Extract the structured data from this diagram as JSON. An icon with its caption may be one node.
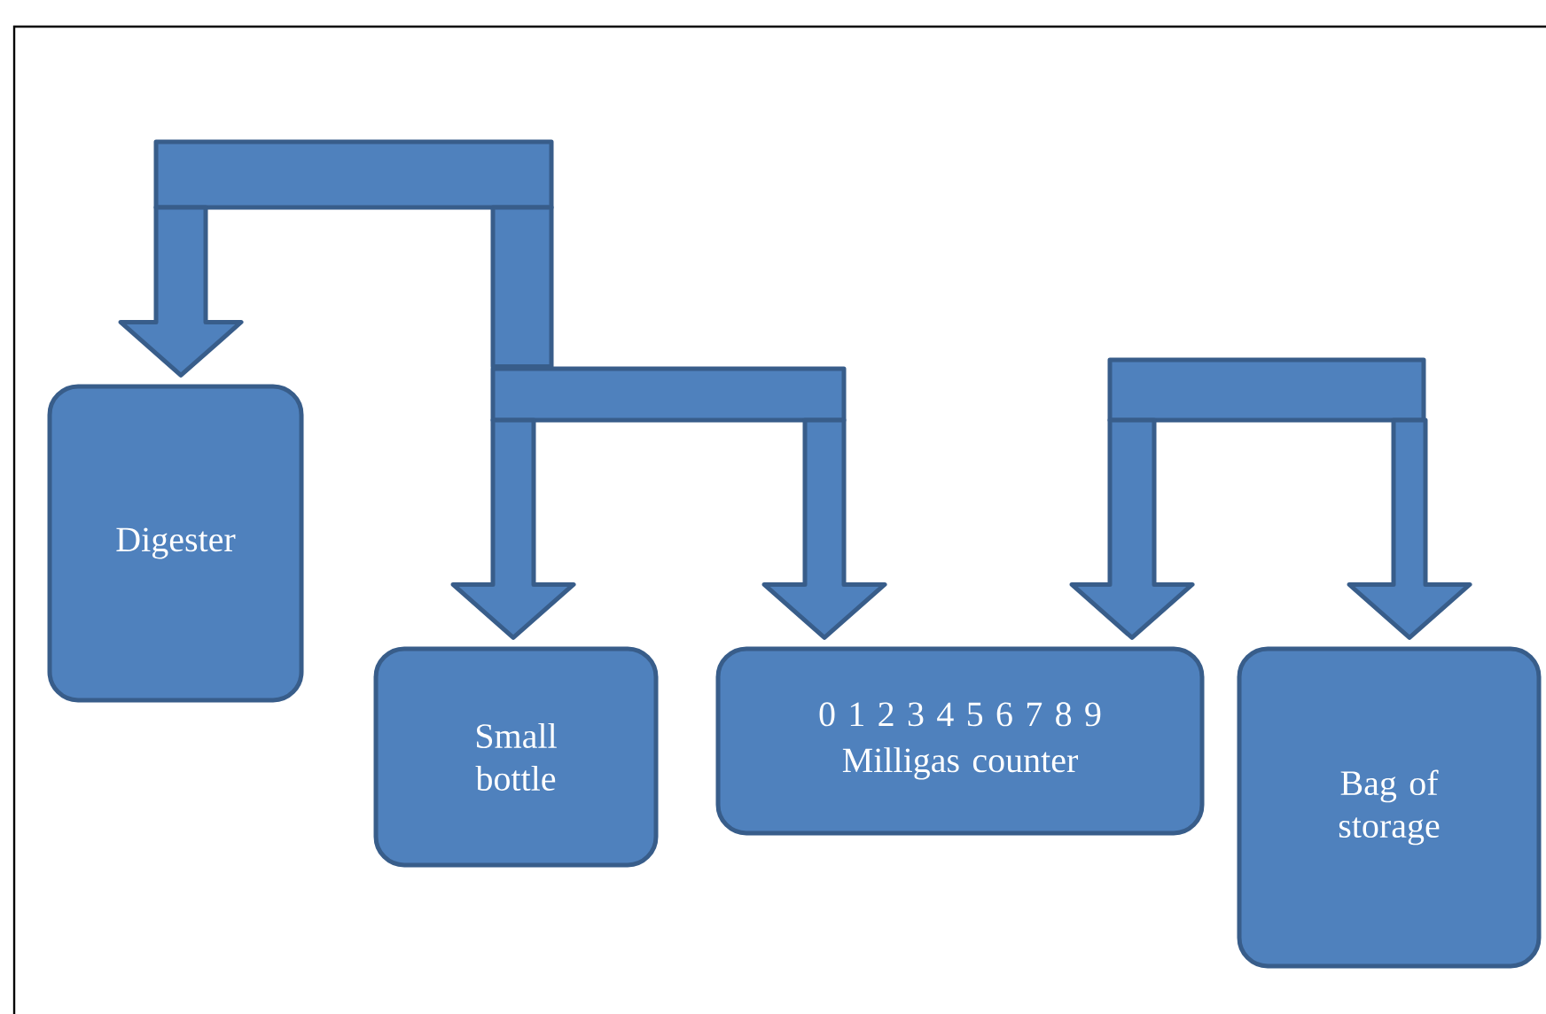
{
  "diagram": {
    "nodes": [
      {
        "text": [
          "Digester"
        ]
      },
      {
        "text": [
          "Small bottle"
        ]
      },
      {
        "text": [
          "0 1 2 3 4 5 6 7 8 9",
          "Milligas counter"
        ]
      },
      {
        "text": [
          "Bag of storage"
        ]
      },
      {
        "text": [],
        "shape": "bar"
      },
      {
        "text": [],
        "shape": "bar"
      },
      {
        "text": [],
        "shape": "bar"
      }
    ],
    "edges": [
      {
        "from": 4,
        "to": 0,
        "arrow": "to"
      },
      {
        "from": 4,
        "to": 5,
        "arrow": "none"
      },
      {
        "from": 5,
        "to": 1,
        "arrow": "to"
      },
      {
        "from": 5,
        "to": 2,
        "arrow": "to"
      },
      {
        "from": 6,
        "to": 2,
        "arrow": "to"
      },
      {
        "from": 6,
        "to": 3,
        "arrow": "to"
      }
    ]
  }
}
